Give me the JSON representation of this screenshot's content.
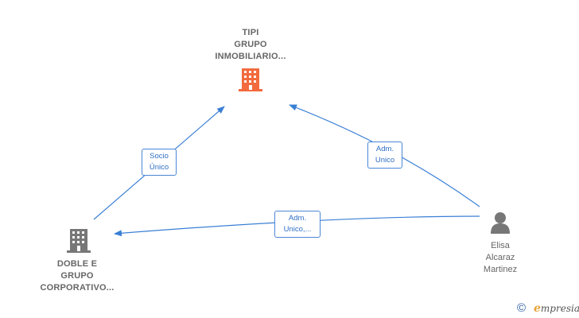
{
  "nodes": {
    "tipi": {
      "label": [
        "TIPI",
        "GRUPO",
        "INMOBILIARIO..."
      ],
      "type": "company",
      "color": "#f26a3d"
    },
    "doble": {
      "label": [
        "DOBLE E",
        "GRUPO",
        "CORPORATIVO..."
      ],
      "type": "company",
      "color": "#777777"
    },
    "elisa": {
      "label": [
        "Elisa",
        "Alcaraz",
        "Martinez"
      ],
      "type": "person",
      "color": "#777777"
    }
  },
  "edges": {
    "socio": {
      "label": [
        "Socio",
        "Único"
      ]
    },
    "adm_tipi": {
      "label": [
        "Adm.",
        "Unico"
      ]
    },
    "adm_doble": {
      "label": [
        "Adm.",
        "Unico,..."
      ]
    }
  },
  "edge_color": "#3a7fd5",
  "footer": {
    "copyright_symbol": "©",
    "brand_initial": "e",
    "brand_rest": "mpresia"
  }
}
